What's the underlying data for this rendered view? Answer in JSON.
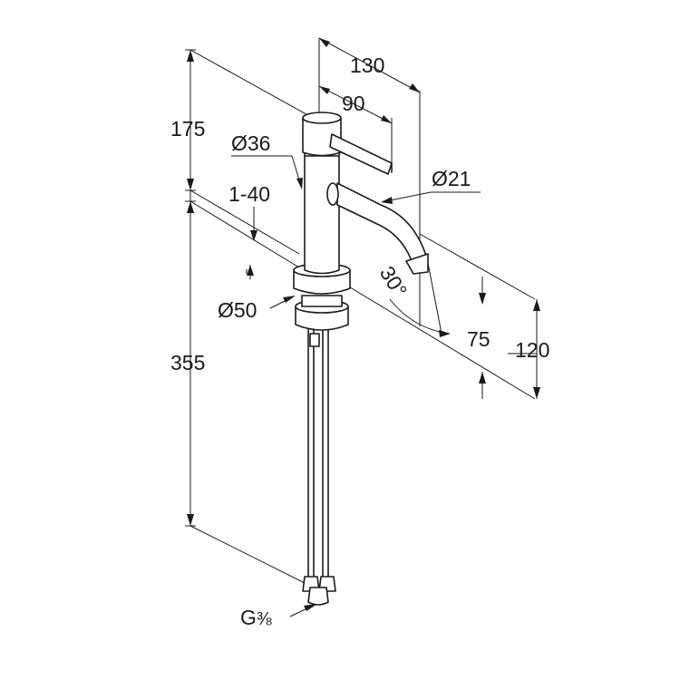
{
  "dimensions": {
    "overall_depth": "130",
    "lever_length": "90",
    "height_above_deck": "175",
    "body_diameter": "Ø36",
    "deck_thickness": "1-40",
    "spout_diameter": "Ø21",
    "spout_angle": "30°",
    "base_diameter": "Ø50",
    "outlet_projection": "75",
    "outlet_height": "120",
    "height_below_deck": "355",
    "connection_thread": "G",
    "connection_thread_size": "⅜"
  },
  "colors": {
    "line": "#1a1a1a",
    "background": "#ffffff"
  }
}
